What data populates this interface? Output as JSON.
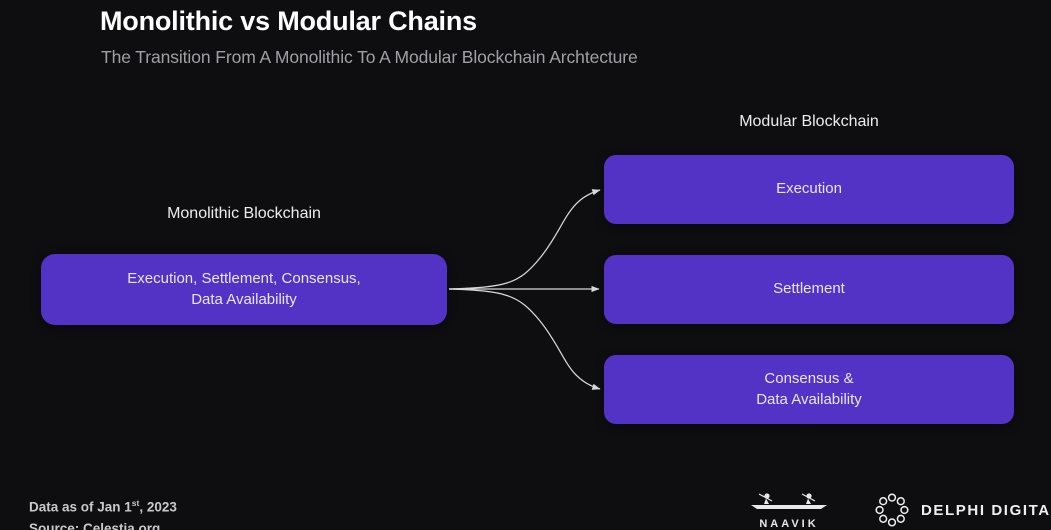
{
  "header": {
    "title": "Monolithic vs Modular Chains",
    "subtitle": "The Transition From A Monolithic To A Modular Blockchain Archtecture"
  },
  "diagram": {
    "type": "flow",
    "monolithic": {
      "label": "Monolithic Blockchain",
      "node_line1": "Execution, Settlement, Consensus,",
      "node_line2": "Data Availability"
    },
    "modular": {
      "label": "Modular Blockchain",
      "nodes": [
        {
          "line1": "Execution",
          "line2": ""
        },
        {
          "line1": "Settlement",
          "line2": ""
        },
        {
          "line1": "Consensus &",
          "line2": "Data Availability"
        }
      ]
    },
    "arrows": [
      {
        "from": "monolithic",
        "to": "Execution"
      },
      {
        "from": "monolithic",
        "to": "Settlement"
      },
      {
        "from": "monolithic",
        "to": "Consensus & Data Availability"
      }
    ]
  },
  "footer": {
    "data_as_of_prefix": "Data as of Jan 1",
    "data_as_of_sup": "st",
    "data_as_of_suffix": ", 2023",
    "source": "Source: Celestia.org"
  },
  "logos": {
    "naavik": "NAAVIK",
    "delphi": "DELPHI DIGITAL"
  },
  "colors": {
    "background": "#0e0e11",
    "node_purple": "#5233c6",
    "title_text": "#ffffff",
    "subtitle_text": "#a0a0a4",
    "arrow": "#d8d8da"
  }
}
